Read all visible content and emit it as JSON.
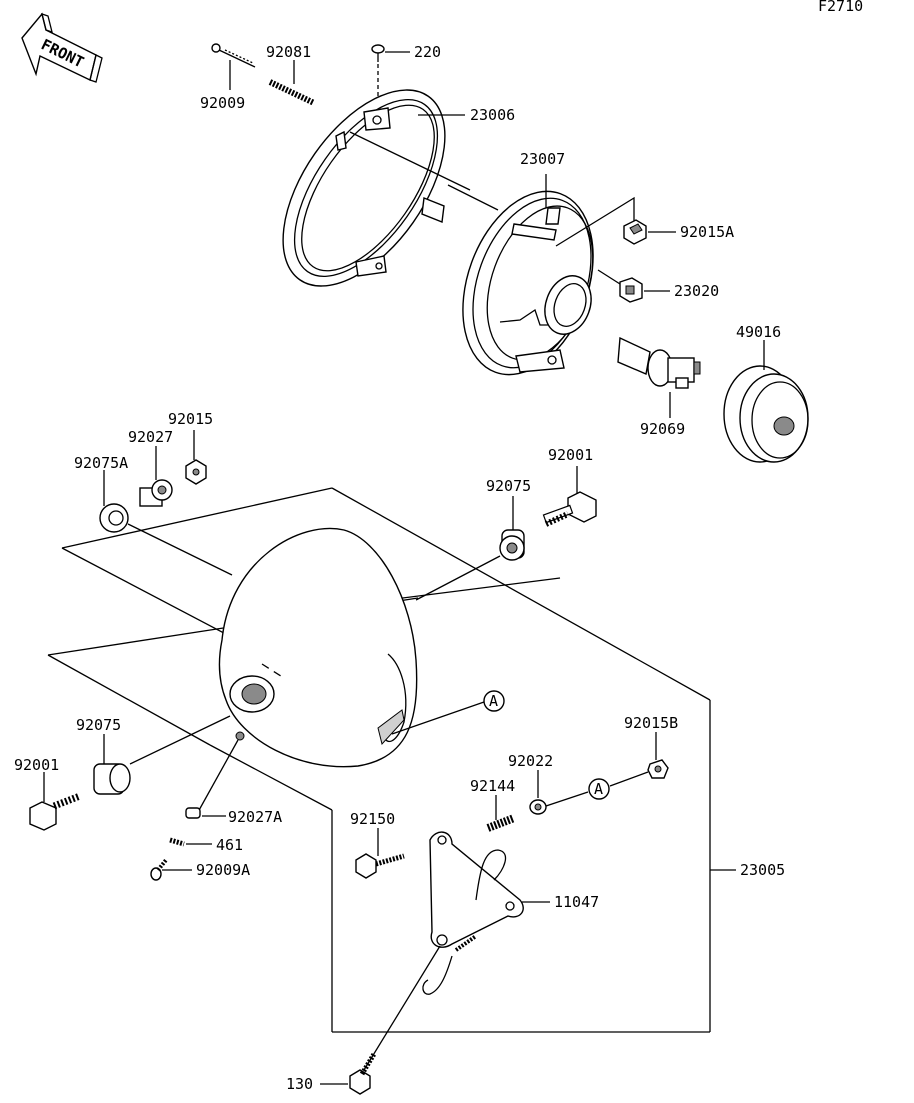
{
  "diagram_code": "F2710",
  "front_arrow_label": "FRONT",
  "callout_marker": "A",
  "parts": {
    "p92009": "92009",
    "p92081": "92081",
    "p220": "220",
    "p23006": "23006",
    "p23007": "23007",
    "p92015A": "92015A",
    "p23020": "23020",
    "p49016": "49016",
    "p92069": "92069",
    "p92015": "92015",
    "p92027": "92027",
    "p92075A": "92075A",
    "p92001_right": "92001",
    "p92075_right": "92075",
    "p92075_left": "92075",
    "p92001_left": "92001",
    "p92027A": "92027A",
    "p461": "461",
    "p92009A": "92009A",
    "p92015B": "92015B",
    "p92022": "92022",
    "p92144": "92144",
    "p92150": "92150",
    "p11047": "11047",
    "p23005": "23005",
    "p130": "130"
  }
}
